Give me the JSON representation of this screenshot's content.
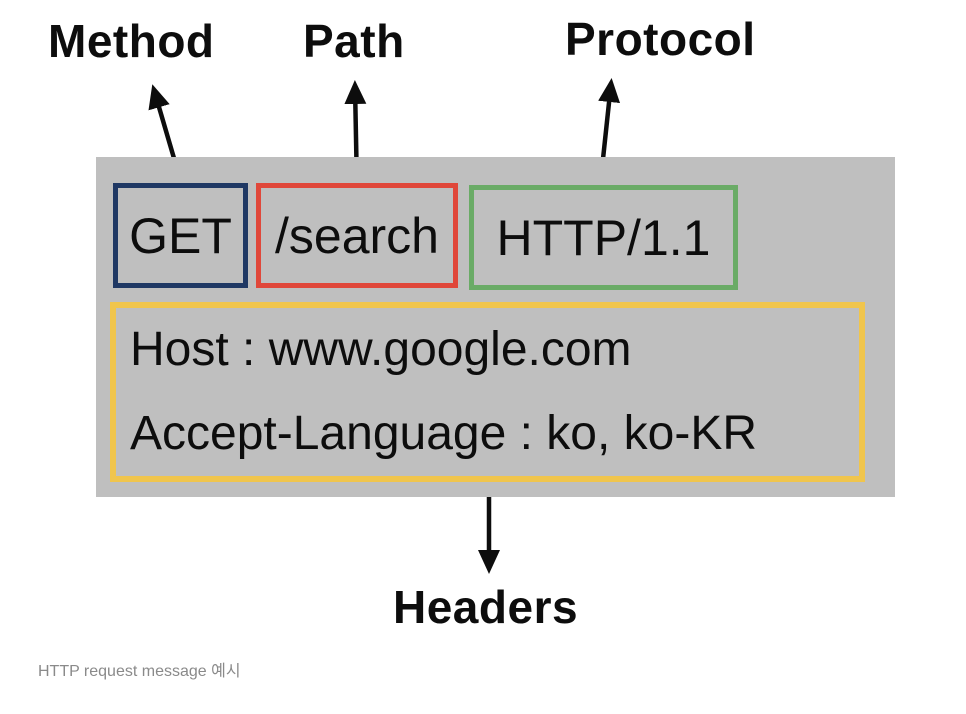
{
  "diagram": {
    "labels": {
      "method": "Method",
      "path": "Path",
      "protocol": "Protocol",
      "headers": "Headers"
    },
    "request": {
      "method": "GET",
      "path": "/search",
      "protocol": "HTTP/1.1",
      "header_lines": [
        "Host : www.google.com",
        "Accept-Language : ko, ko-KR"
      ]
    },
    "caption": "HTTP request message 예시",
    "colors": {
      "method_box_border": "#1f3864",
      "path_box_border": "#e0473a",
      "protocol_box_border": "#6aab66",
      "headers_box_border": "#f0c54d",
      "panel_background": "#bfbfbf",
      "arrow_stroke": "#0d0d0d",
      "caption_text": "#8a8a8a"
    }
  }
}
